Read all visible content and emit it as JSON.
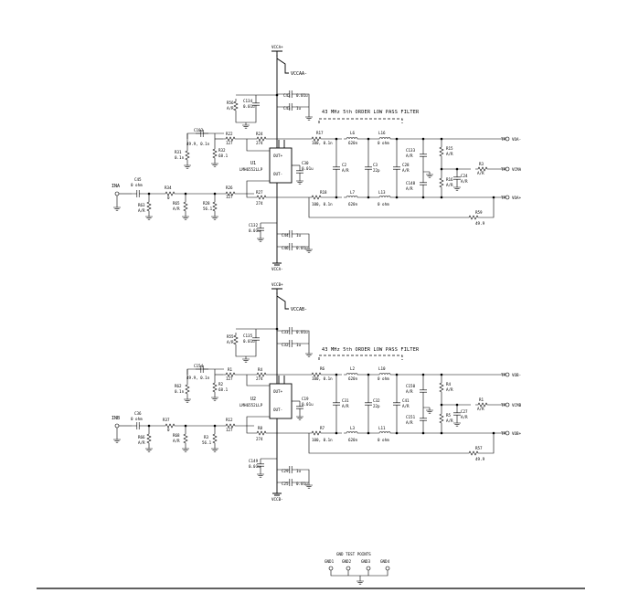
{
  "top": {
    "filter_title": "43 MHz 5th ORDER LOW PASS FILTER",
    "rails": {
      "pos": "VCCA+",
      "aux": "VCCAA-",
      "neg": "VCCA-"
    },
    "input_net": "INA",
    "opamp": {
      "ref": "U1",
      "part": "LMH6552LLP"
    },
    "outputs": [
      {
        "label": "VOA-",
        "ref": "TP"
      },
      {
        "label": "VCMA",
        "ref": "TP"
      },
      {
        "label": "VOA+",
        "ref": "TP"
      }
    ],
    "parts": {
      "C45": {
        "ref": "C45",
        "val": "0 ohm"
      },
      "R34": {
        "ref": "R34",
        "val": "0"
      },
      "R63": {
        "ref": "R63",
        "val": "A/R"
      },
      "R65": {
        "ref": "R65",
        "val": "A/R"
      },
      "R28": {
        "ref": "R28",
        "val": "56.1"
      },
      "R26": {
        "ref": "R26",
        "val": "127"
      },
      "R27": {
        "ref": "R27",
        "val": "274"
      },
      "R31": {
        "ref": "R31",
        "val": "0.1n"
      },
      "C103": {
        "ref": "C103",
        "val": "49.9, 0.1n"
      },
      "R32": {
        "ref": "R32",
        "val": "68.1"
      },
      "R22": {
        "ref": "R22",
        "val": "127"
      },
      "R24": {
        "ref": "R24",
        "val": "274"
      },
      "R56": {
        "ref": "R56",
        "val": "A/R"
      },
      "C134": {
        "ref": "C134",
        "val": "0.01u"
      },
      "C42": {
        "ref": "C42",
        "val": "0.01u"
      },
      "C43": {
        "ref": "C43",
        "val": "1u"
      },
      "C30": {
        "ref": "C30",
        "val": "0.01u"
      },
      "R17": {
        "ref": "R17",
        "val": "100, 0.1n"
      },
      "R18": {
        "ref": "R18",
        "val": "100, 0.1n"
      },
      "L6": {
        "ref": "L6",
        "val": "620n"
      },
      "L16": {
        "ref": "L16",
        "val": "0 ohm"
      },
      "L7": {
        "ref": "L7",
        "val": "620n"
      },
      "L13": {
        "ref": "L13",
        "val": "0 ohm"
      },
      "C2": {
        "ref": "C2",
        "val": "A/R"
      },
      "C3": {
        "ref": "C3",
        "val": "22p"
      },
      "C28": {
        "ref": "C28",
        "val": "A/R"
      },
      "C133": {
        "ref": "C133",
        "val": "A/R"
      },
      "C148": {
        "ref": "C148",
        "val": "A/R"
      },
      "R15": {
        "ref": "R15",
        "val": "A/R"
      },
      "R16": {
        "ref": "R16",
        "val": "A/R"
      },
      "C24": {
        "ref": "C24",
        "val": "A/R"
      },
      "R3": {
        "ref": "R3",
        "val": "A/R"
      },
      "R59": {
        "ref": "R59",
        "val": "49.9"
      },
      "C132": {
        "ref": "C132",
        "val": "0.01u"
      },
      "C44": {
        "ref": "C44",
        "val": "1u"
      },
      "C46": {
        "ref": "C46",
        "val": "0.01u"
      }
    }
  },
  "bottom": {
    "filter_title": "43 MHz 5th ORDER LOW PASS FILTER",
    "rails": {
      "pos": "VCCB+",
      "aux": "VCCAB-",
      "neg": "VCCB-"
    },
    "input_net": "INB",
    "opamp": {
      "ref": "U2",
      "part": "LMH6552LLP"
    },
    "outputs": [
      {
        "label": "VOB-",
        "ref": "TP"
      },
      {
        "label": "VCMB",
        "ref": "TP"
      },
      {
        "label": "VOB+",
        "ref": "TP"
      }
    ],
    "parts": {
      "C36": {
        "ref": "C36",
        "val": "0 ohm"
      },
      "R37": {
        "ref": "R37",
        "val": "0"
      },
      "R66": {
        "ref": "R66",
        "val": "A/R"
      },
      "R68": {
        "ref": "R68",
        "val": "A/R"
      },
      "R3": {
        "ref": "R3",
        "val": "56.1"
      },
      "R12": {
        "ref": "R12",
        "val": "127"
      },
      "R8": {
        "ref": "R8",
        "val": "274"
      },
      "R62": {
        "ref": "R62",
        "val": "0.1n"
      },
      "C154": {
        "ref": "C154",
        "val": "49.9, 0.1n"
      },
      "R2": {
        "ref": "R2",
        "val": "68.1"
      },
      "R1": {
        "ref": "R1",
        "val": "127"
      },
      "R4": {
        "ref": "R4",
        "val": "274"
      },
      "R55": {
        "ref": "R55",
        "val": "A/R"
      },
      "C135": {
        "ref": "C135",
        "val": "0.01u"
      },
      "C33": {
        "ref": "C33",
        "val": "0.01u"
      },
      "C32": {
        "ref": "C32",
        "val": "1u"
      },
      "C19": {
        "ref": "C19",
        "val": "0.01u"
      },
      "R6": {
        "ref": "R6",
        "val": "100, 0.1n"
      },
      "R7": {
        "ref": "R7",
        "val": "100, 0.1n"
      },
      "L2": {
        "ref": "L2",
        "val": "620n"
      },
      "L10": {
        "ref": "L10",
        "val": "0 ohm"
      },
      "L3": {
        "ref": "L3",
        "val": "620n"
      },
      "L11": {
        "ref": "L11",
        "val": "0 ohm"
      },
      "C31": {
        "ref": "C31",
        "val": "A/R"
      },
      "C32b": {
        "ref": "C32",
        "val": "22p"
      },
      "C41": {
        "ref": "C41",
        "val": "A/R"
      },
      "C150": {
        "ref": "C150",
        "val": "A/R"
      },
      "C151": {
        "ref": "C151",
        "val": "A/R"
      },
      "R4b": {
        "ref": "R4",
        "val": "A/R"
      },
      "R5": {
        "ref": "R5",
        "val": "A/R"
      },
      "C27": {
        "ref": "C27",
        "val": "A/R"
      },
      "R1b": {
        "ref": "R1",
        "val": "A/R"
      },
      "R57": {
        "ref": "R57",
        "val": "49.9"
      },
      "C149": {
        "ref": "C149",
        "val": "0.01u"
      },
      "C29": {
        "ref": "C29",
        "val": "1u"
      },
      "C25": {
        "ref": "C25",
        "val": "0.01u"
      }
    }
  },
  "gnd_test_points": {
    "title": "GND TEST POINTS",
    "points": [
      "GND1",
      "GND2",
      "GND3",
      "GND4"
    ]
  }
}
